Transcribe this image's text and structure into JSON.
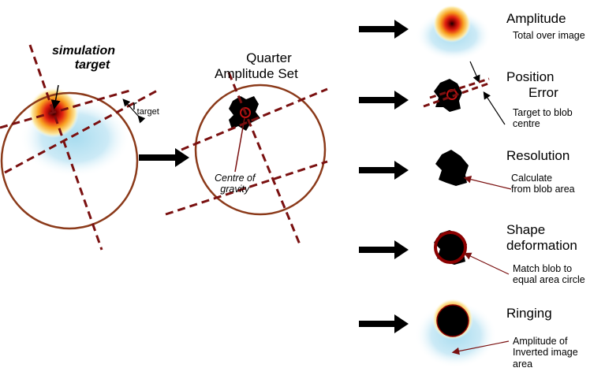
{
  "left_panel": {
    "target_label_line1": "simulation",
    "target_label_line2": "target",
    "radius_label_main": "r",
    "radius_label_sub": "target"
  },
  "middle_panel": {
    "title_line1": "Quarter",
    "title_line2": "Amplitude Set",
    "centre_label_line1": "Centre of",
    "centre_label_line2": "gravity"
  },
  "measures": [
    {
      "title": "Amplitude",
      "desc_lines": [
        "Total over image"
      ]
    },
    {
      "title_lines": [
        "Position",
        "Error"
      ],
      "desc_lines": [
        "Target to blob",
        "centre"
      ]
    },
    {
      "title": "Resolution",
      "desc_lines": [
        "Calculate",
        "from blob area"
      ]
    },
    {
      "title_lines": [
        "Shape",
        "deformation"
      ],
      "desc_lines": [
        "Match blob to",
        "equal area circle"
      ]
    },
    {
      "title": "Ringing",
      "desc_lines": [
        "Amplitude of",
        "Inverted image",
        "area"
      ]
    }
  ],
  "colors": {
    "circle": "#8b3a1a",
    "dashed_line": "#7a1010",
    "annotation_arrow": "#7a1010",
    "arrow": "#000000"
  }
}
